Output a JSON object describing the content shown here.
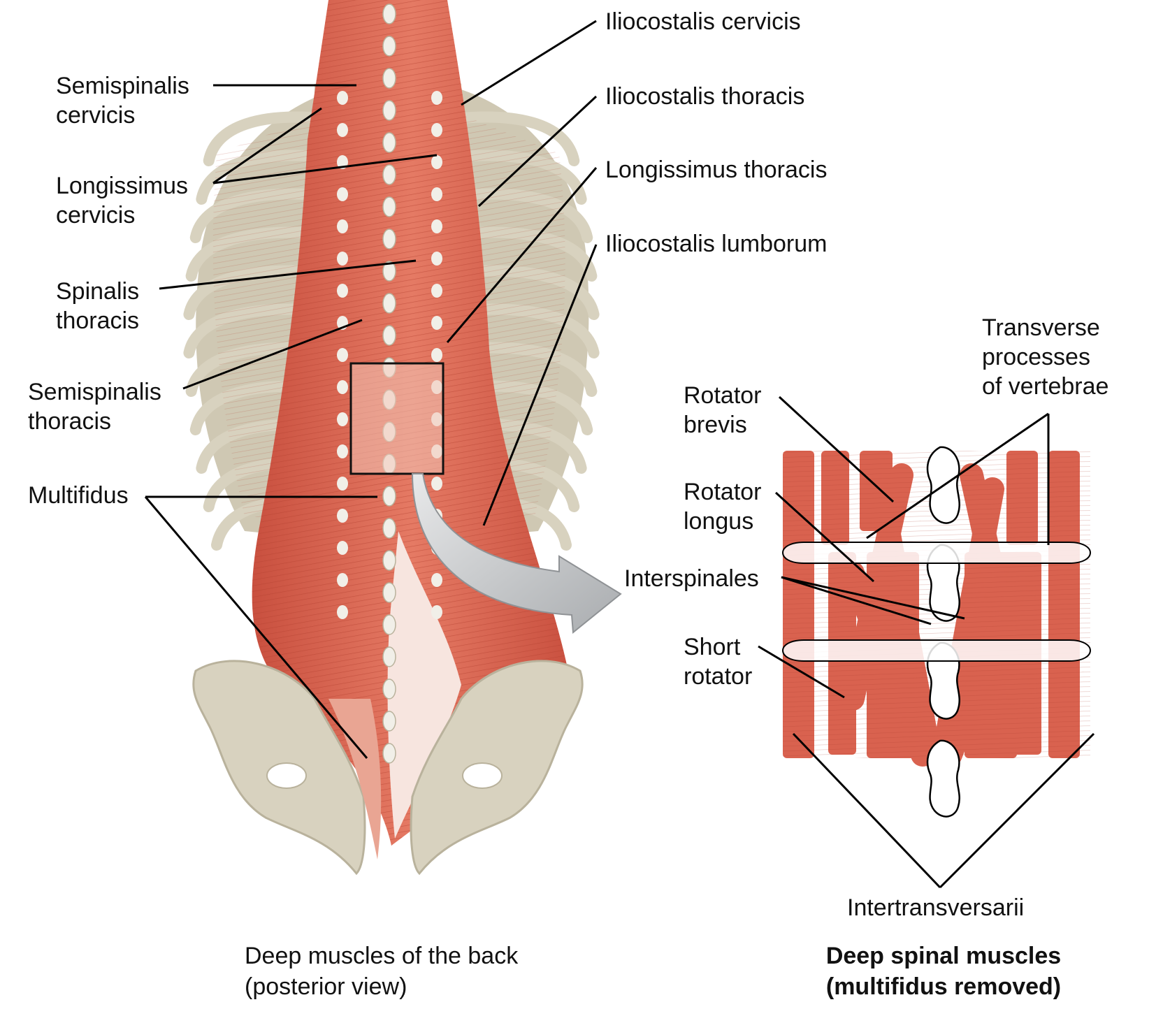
{
  "labels_left": {
    "semispinalis_cervicis": "Semispinalis\ncervicis",
    "longissimus_cervicis": "Longissimus\ncervicis",
    "spinalis_thoracis": "Spinalis\nthoracis",
    "semispinalis_thoracis": "Semispinalis\nthoracis",
    "multifidus": "Multifidus"
  },
  "labels_right": {
    "iliocostalis_cervicis": "Iliocostalis cervicis",
    "iliocostalis_thoracis": "Iliocostalis thoracis",
    "longissimus_thoracis": "Longissimus thoracis",
    "iliocostalis_lumborum": "Iliocostalis lumborum"
  },
  "labels_inset": {
    "transverse_processes": "Transverse\nprocesses\nof vertebrae",
    "rotator_brevis": "Rotator\nbrevis",
    "rotator_longus": "Rotator\nlongus",
    "interspinales": "Interspinales",
    "short_rotator": "Short\nrotator",
    "intertransversarii": "Intertransversarii"
  },
  "captions": {
    "left": "Deep muscles of the back\n(posterior view)",
    "right": "Deep spinal muscles\n(multifidus removed)"
  },
  "colors": {
    "muscle": "#d9624f",
    "muscle_light": "#ee9a86",
    "bone": "#d8d2bf",
    "bone_dark": "#b9b29c",
    "vertebra": "#f1efe8",
    "arrow": "#c9cbcd"
  }
}
